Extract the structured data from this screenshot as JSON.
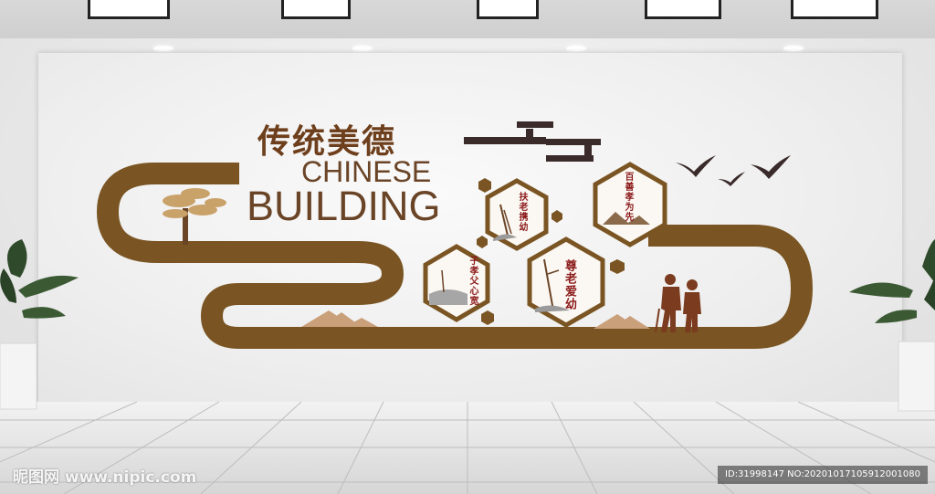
{
  "scene": {
    "title_cn": "传统美德",
    "title_en_line1": "CHINESE",
    "title_en_line2": "BUILDING",
    "panels": [
      {
        "text": "扶老携幼"
      },
      {
        "text": "百善孝为先"
      },
      {
        "text": "子孝父心宽"
      },
      {
        "text": "尊老爱幼"
      }
    ]
  },
  "watermark": {
    "site": "昵图网 www.nipic.com",
    "id_text": "ID:31998147 NO:20201017105912001080"
  },
  "colors": {
    "brown": "#7a5523",
    "dark_brown": "#6e3f1c",
    "panel_red": "#8b1a1a",
    "cloud": "#3a2a2a",
    "mountain": "#c9a07a"
  }
}
